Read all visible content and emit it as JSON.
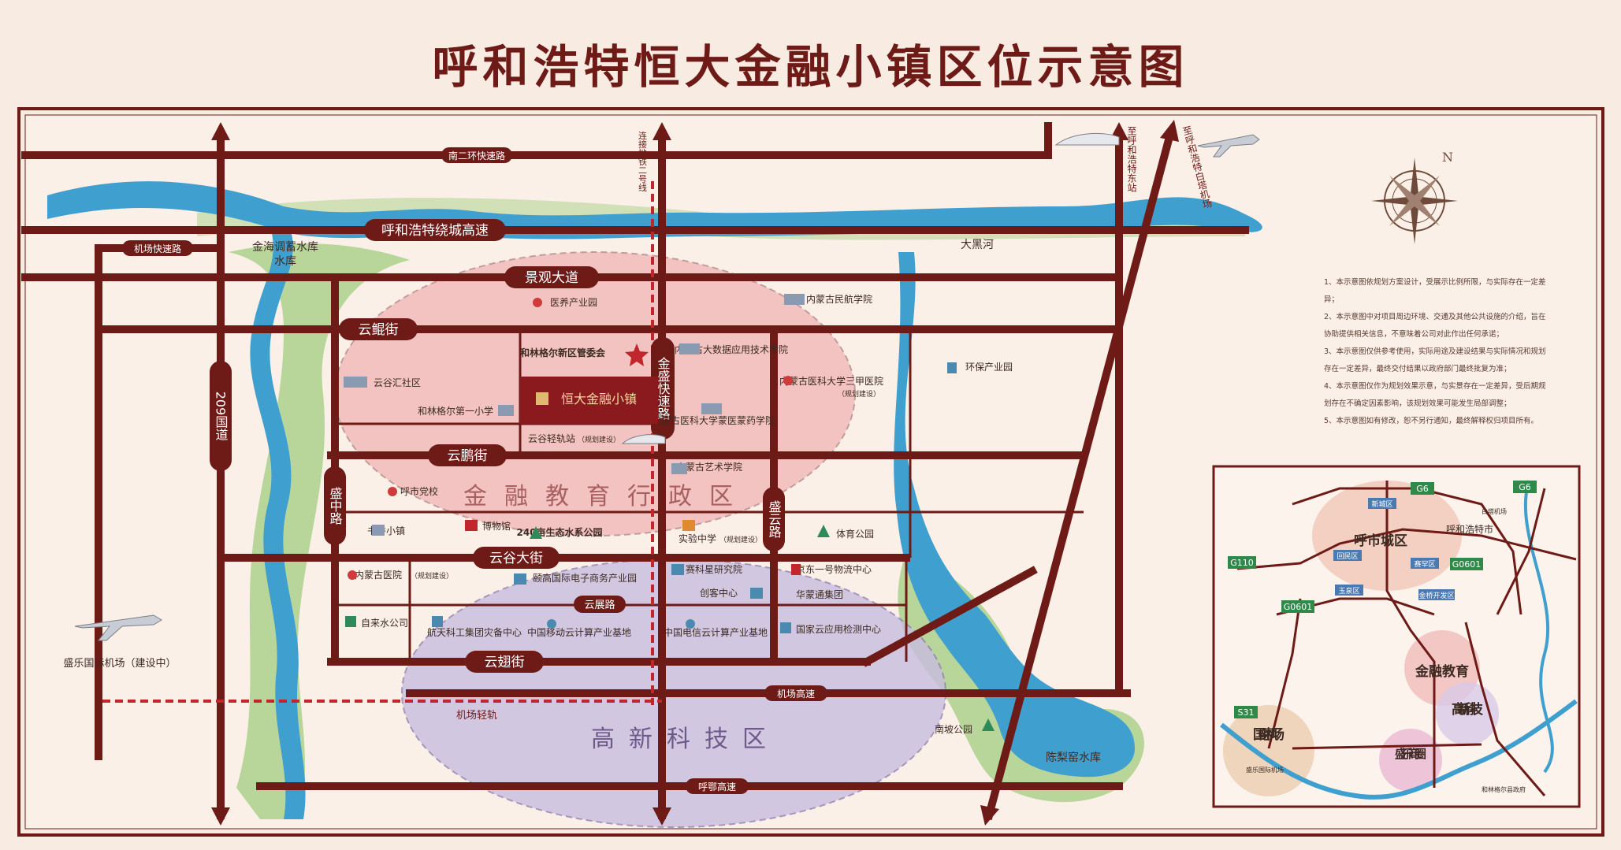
{
  "title": "呼和浩特恒大金融小镇区位示意图",
  "colors": {
    "road": "#6e1b17",
    "road_label_bg": "#6e1b17",
    "river": "#3f9fcf",
    "greenbelt": "#9cc97a",
    "finance_zone": "#f0b4b4",
    "hitech_zone": "#c9bde0",
    "frame": "#6e1b17"
  },
  "roads": {
    "nan_er_huan": "南二环快速路",
    "raocheng": "呼和浩特绕城高速",
    "jichang_kuaisu": "机场快速路",
    "jingguan": "景观大道",
    "yunkun": "云鲲街",
    "yunpeng": "云鹏街",
    "yungu": "云谷大街",
    "yunzhan": "云展路",
    "yunchi": "云翅街",
    "jichang_gaosu": "机场高速",
    "huhe_gaosu": "呼鄂高速",
    "g209": "209国道",
    "shengzhong": "盛中路",
    "jinsheng": "金盛快速路",
    "shengyun": "盛云路",
    "metro2": "连接地铁二号线",
    "dongzhan": "至呼和浩特东站",
    "baita": "至呼和浩特白塔机场",
    "airport_rail": "机场轻轨"
  },
  "places": {
    "reservoir": "金海调蓄水库",
    "dahei": "大黑河",
    "chenli": "陈梨窑水库",
    "nanpo": "南坡公园",
    "airport": "盛乐国际机场（建设中）",
    "yiyang": "医养产业园",
    "minhang": "内蒙古民航学院",
    "huanbao": "环保产业园",
    "guanweihui": "和林格尔新区管委会",
    "yungu_shequ": "云谷汇社区",
    "diyi_xiaoxue": "和林格尔第一小学",
    "qinggui": "云谷轻轨站",
    "qinggui_note": "（规划建设）",
    "dashuju": "内蒙古大数据应用技术学院",
    "yike_menggu": "内蒙古医科大学蒙医蒙药学院",
    "yike_sanjia": "内蒙古医科大学三甲医院",
    "sanjia_note": "（规划建设）",
    "yishu": "内蒙古艺术学院",
    "shidangxiao": "呼市党校",
    "shuxiang": "书香小镇",
    "bowuguan": "博物馆",
    "shengtai": "240亩生态水系公园",
    "shiyan": "实验中学",
    "shiyan_note": "（规划建设）",
    "tiyu": "体育公园",
    "yiyuan": "内蒙古医院",
    "yiyuan_note": "（规划建设）",
    "dianzi": "颐高国际电子商务产业园",
    "saike": "赛科星研究院",
    "jingdong": "京东一号物流中心",
    "chuangke": "创客中心",
    "huameng": "华蒙通集团",
    "zilaishui": "自来水公司",
    "hangtian": "航天科工集团灾备中心",
    "yidong": "中国移动云计算产业基地",
    "dianxin": "中国电信云计算产业基地",
    "guojiayun": "国家云应用检测中心",
    "xiaozhen": "恒大金融小镇"
  },
  "zones": {
    "finance": "金融教育行政区",
    "hitech": "高新科技区"
  },
  "notes": [
    "1、本示意图依规划方案设计，受展示比例所限，与实际存在一定差异；",
    "2、本示意图中对项目周边环境、交通及其他公共设施的介绍，旨在协助提供相关信息，不意味着公司对此作出任何承诺；",
    "3、本示意图仅供参考使用，实际用途及建设结果与实际情况和规划存在一定差异，最终交付结果以政府部门最终批复为准；",
    "4、本示意图仅作为规划效果示意，与实景存在一定差异，受后期规划存在不确定因素影响，该规划效果可能发生局部调整；",
    "5、本示意图如有修改，恕不另行通知，最终解释权归项目所有。"
  ],
  "inset": {
    "city": "呼市城区",
    "huhehaote": "呼和浩特市",
    "baita": "白塔机场",
    "xincheng": "新城区",
    "huimin": "回民区",
    "saihan": "赛罕区",
    "yuquan": "玉泉区",
    "jinqiao": "金桥开发区",
    "finance": "金融教育",
    "hitech": "高新科技",
    "airport": "国际机场",
    "shengle": "盛乐商圈",
    "shengle_airport": "盛乐国际机场",
    "helin_gov": "和林格尔县政府",
    "g6a": "G6",
    "g6b": "G6",
    "g110": "G110",
    "g0601a": "G0601",
    "g0601b": "G0601",
    "s31": "S31"
  },
  "compass_n": "N"
}
